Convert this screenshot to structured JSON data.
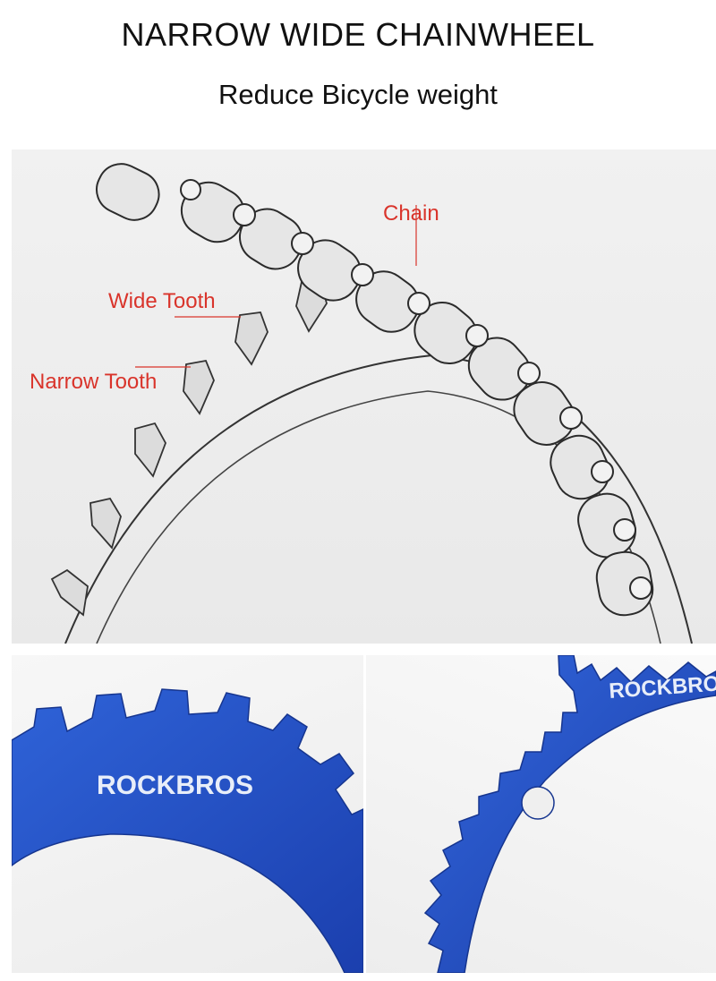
{
  "header": {
    "title": "NARROW WIDE CHAINWHEEL",
    "subtitle": "Reduce Bicycle weight"
  },
  "diagram": {
    "labels": {
      "chain": "Chain",
      "wide_tooth": "Wide  Tooth",
      "narrow_tooth": "Narrow  Tooth"
    }
  },
  "photos": {
    "left_brand": "ROCKBROS",
    "right_brand": "ROCKBROS"
  },
  "colors": {
    "label_red": "#d9342b",
    "chainring_blue": "#1f4fc4",
    "panel_bg": "#eeeeee"
  }
}
